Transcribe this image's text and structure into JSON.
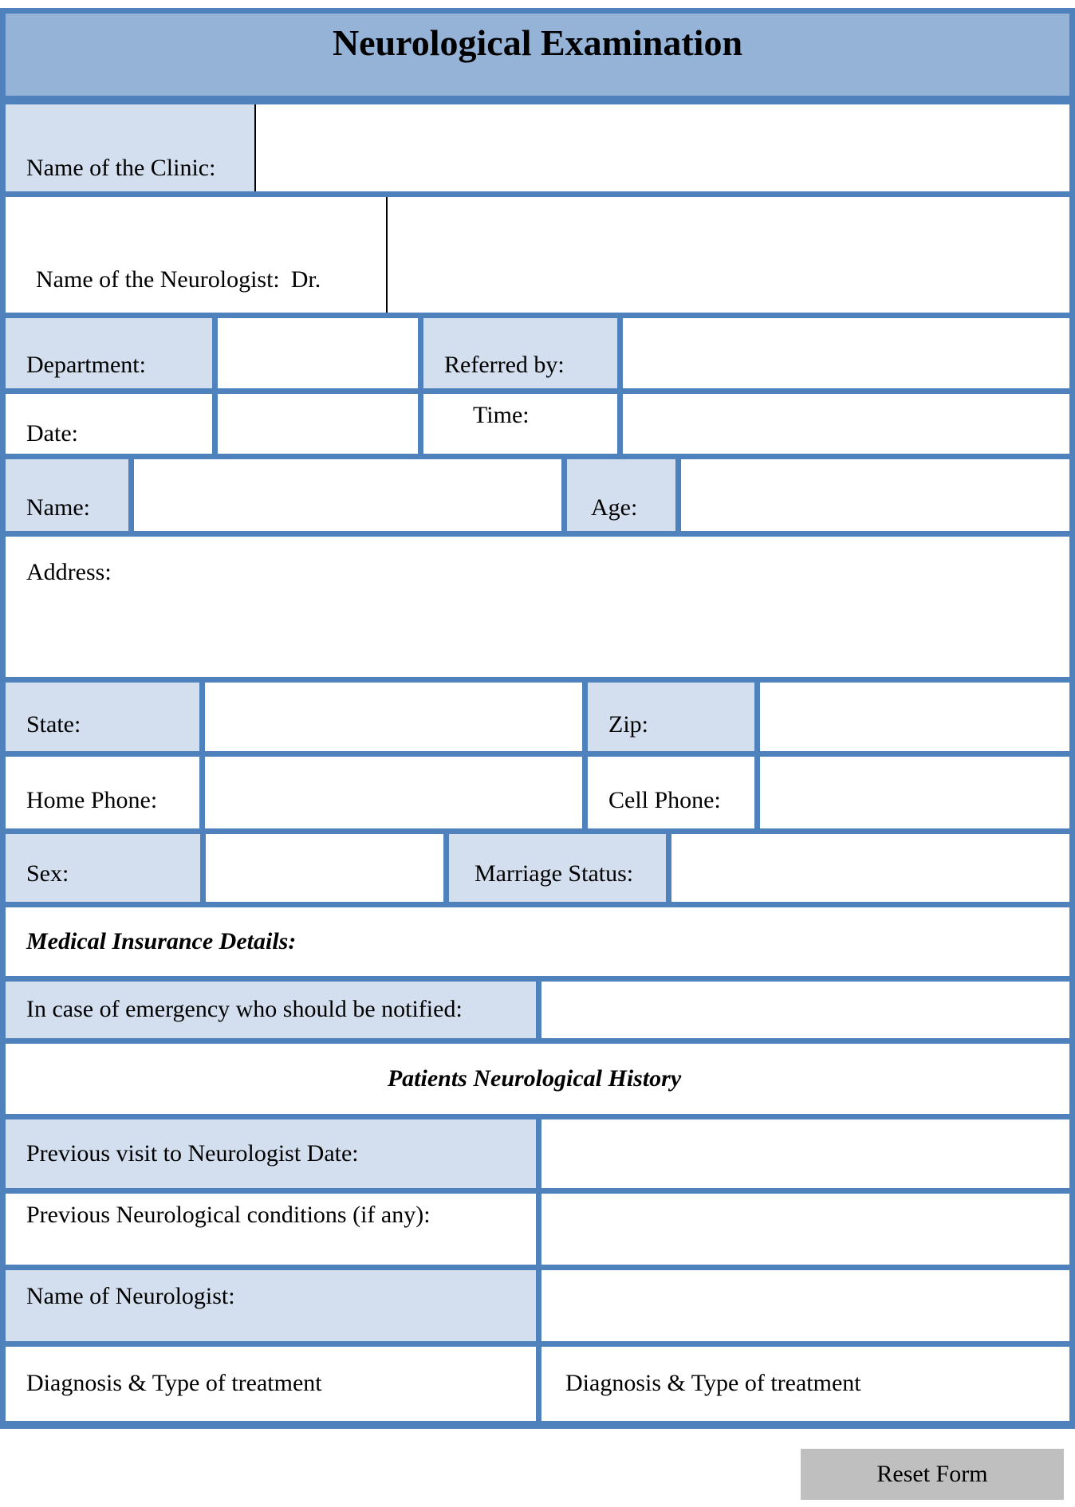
{
  "title": "Neurological Examination",
  "fields": {
    "clinic": "Name of the Clinic:",
    "neurologist": "Name of the Neurologist:",
    "neurologist_prefix": "Dr.",
    "department": "Department:",
    "referred_by": "Referred by:",
    "date": "Date:",
    "time": "Time:",
    "name": "Name:",
    "age": "Age:",
    "address": "Address:",
    "state": "State:",
    "zip": "Zip:",
    "home_phone": "Home Phone:",
    "cell_phone": "Cell Phone:",
    "sex": "Sex:",
    "marriage_status": "Marriage Status:",
    "insurance_heading": "Medical Insurance Details:",
    "emergency": "In case of emergency who should be notified:",
    "history_heading": "Patients Neurological History",
    "previous_visit": "Previous visit to Neurologist Date:",
    "previous_conditions": "Previous Neurological conditions (if any):",
    "neurologist_name": "Name of Neurologist:",
    "diagnosis_left": "Diagnosis & Type of treatment",
    "diagnosis_right": "Diagnosis & Type of treatment"
  },
  "button": {
    "reset": "Reset Form"
  },
  "colors": {
    "header_fill": "#95b3d7",
    "table_border": "#4f81bd",
    "label_shade": "#d3dfee",
    "button_gray": "#bfbfbf",
    "text": "#000000"
  }
}
